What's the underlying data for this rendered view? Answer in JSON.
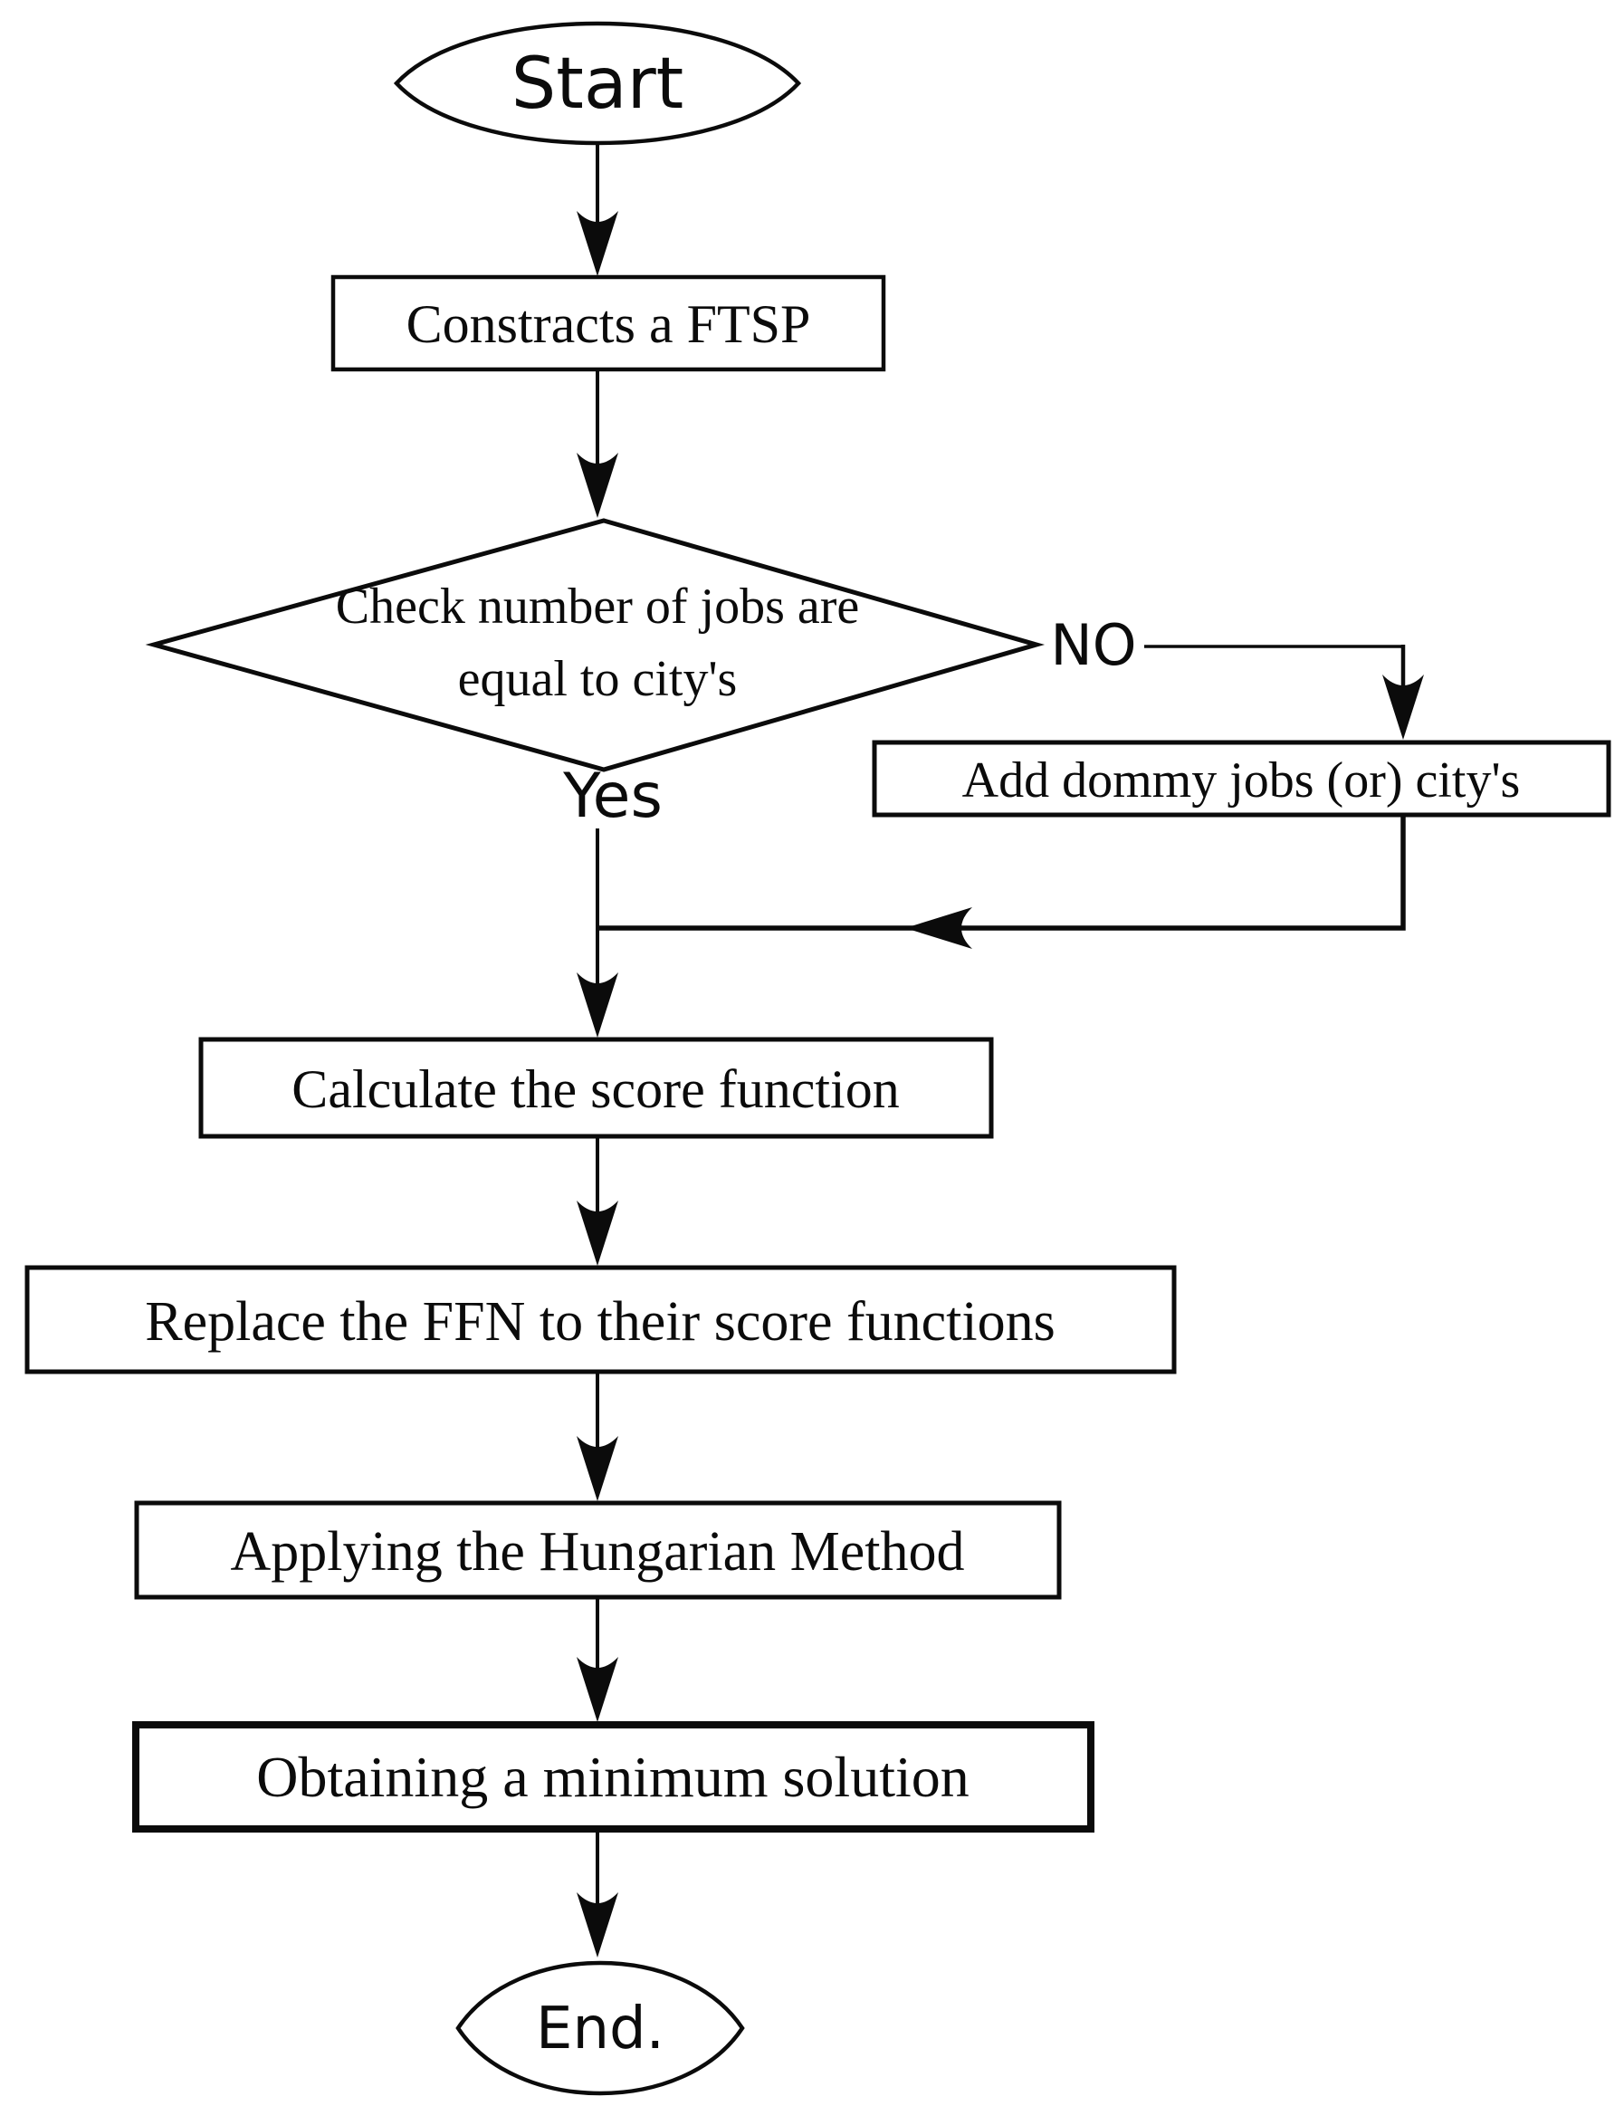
{
  "flowchart": {
    "nodes": {
      "start": {
        "label": "Start",
        "shape": "lens"
      },
      "construct": {
        "label": "Constracts a FTSP",
        "shape": "rect"
      },
      "decision": {
        "line1": "Check number of jobs are",
        "line2": "equal to city's",
        "shape": "diamond"
      },
      "add_dummy": {
        "label": "Add dommy jobs (or) city's",
        "shape": "rect"
      },
      "calculate": {
        "label": "Calculate the score function",
        "shape": "rect"
      },
      "replace": {
        "label": "Replace the FFN to their score functions",
        "shape": "rect"
      },
      "applying": {
        "label": "Applying the Hungarian Method",
        "shape": "rect"
      },
      "obtaining": {
        "label": "Obtaining a minimum solution",
        "shape": "rect-bold"
      },
      "end": {
        "label": "End.",
        "shape": "lens"
      }
    },
    "branches": {
      "yes": "Yes",
      "no": "NO"
    },
    "colors": {
      "background": "#ffffff",
      "stroke": "#0b0b0b",
      "text": "#0b0b0b"
    }
  }
}
